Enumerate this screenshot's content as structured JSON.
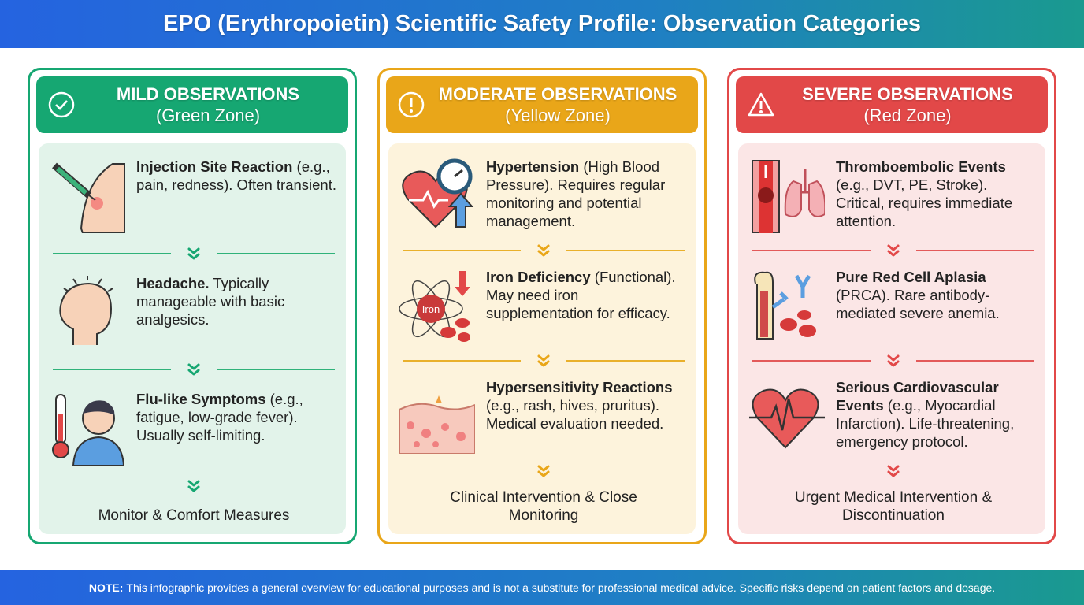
{
  "title": "EPO (Erythropoietin) Scientific Safety Profile: Observation Categories",
  "colors": {
    "green": "#16a772",
    "yellow": "#e9a619",
    "red": "#e24848"
  },
  "columns": [
    {
      "key": "mild",
      "title": "MILD OBSERVATIONS",
      "zone": "(Green Zone)",
      "icon": "check-circle-icon",
      "items": [
        {
          "icon": "syringe-shoulder-icon",
          "bold": "Injection Site Reaction",
          "text": " (e.g., pain, redness). Often transient."
        },
        {
          "icon": "headache-head-icon",
          "bold": "Headache.",
          "text": " Typically manageable with basic analgesics."
        },
        {
          "icon": "thermometer-person-icon",
          "bold": "Flu-like Symptoms",
          "text": " (e.g., fatigue, low-grade fever). Usually self-limiting."
        }
      ],
      "action": "Monitor & Comfort Measures"
    },
    {
      "key": "moderate",
      "title": "MODERATE OBSERVATIONS",
      "zone": "(Yellow Zone)",
      "icon": "exclamation-circle-icon",
      "items": [
        {
          "icon": "heart-gauge-icon",
          "bold": "Hypertension",
          "text": " (High Blood Pressure). Requires regular monitoring and potential management."
        },
        {
          "icon": "iron-atom-icon",
          "bold": "Iron Deficiency",
          "text": " (Functional). May need iron supplementation for efficacy.",
          "label": "Iron"
        },
        {
          "icon": "skin-rash-icon",
          "bold": "Hypersensitivity Reactions",
          "text": " (e.g., rash, hives, pruritus). Medical evaluation needed."
        }
      ],
      "action": "Clinical Intervention & Close Monitoring"
    },
    {
      "key": "severe",
      "title": "SEVERE OBSERVATIONS",
      "zone": "(Red Zone)",
      "icon": "warning-triangle-icon",
      "items": [
        {
          "icon": "blood-clot-lungs-icon",
          "bold": "Thromboembolic Events",
          "text": " (e.g., DVT, PE, Stroke). Critical, requires immediate attention."
        },
        {
          "icon": "bone-marrow-antibody-icon",
          "bold": "Pure Red Cell Aplasia",
          "text": " (PRCA). Rare antibody-mediated severe anemia."
        },
        {
          "icon": "heart-ecg-icon",
          "bold": "Serious Cardiovascular Events",
          "text": " (e.g., Myocardial Infarction). Life-threatening, emergency protocol."
        }
      ],
      "action": "Urgent Medical Intervention & Discontinuation"
    }
  ],
  "footer": {
    "label": "NOTE:",
    "text": "This infographic provides a general overview for educational purposes and is not a substitute for professional medical advice. Specific risks depend on patient factors and dosage."
  }
}
